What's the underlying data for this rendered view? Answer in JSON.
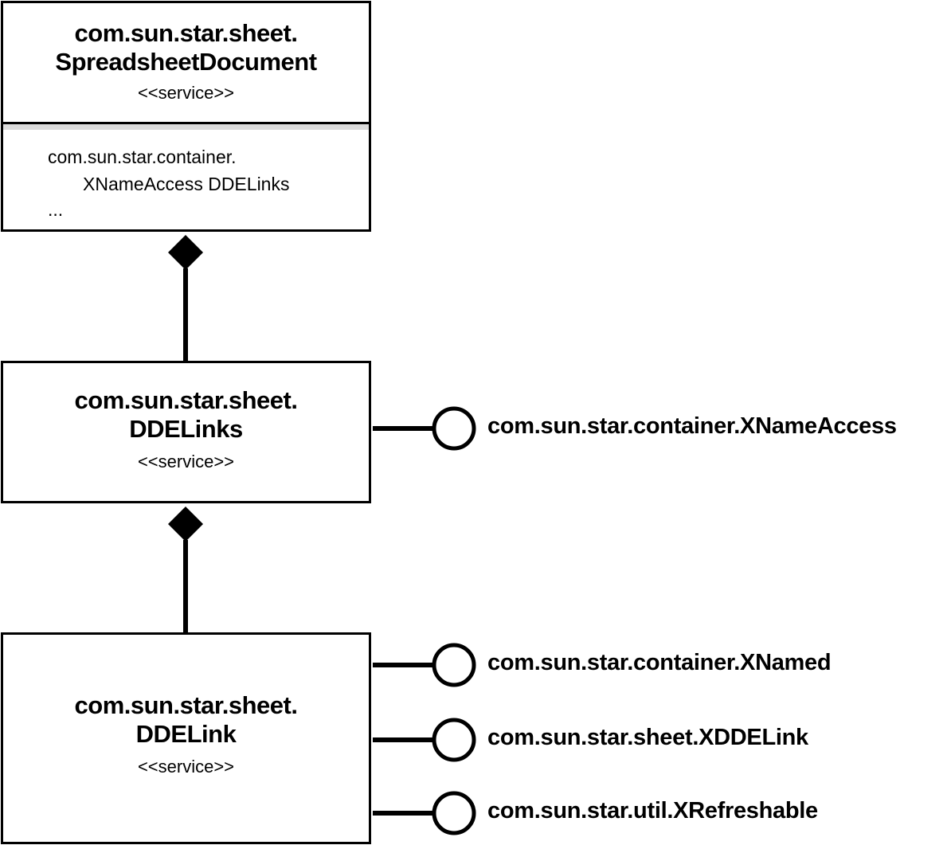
{
  "services": [
    {
      "name_line1": "com.sun.star.sheet.",
      "name_line2": "SpreadsheetDocument",
      "stereotype": "<<service>>",
      "attributes": {
        "line1": "com.sun.star.container.",
        "line2": "XNameAccess DDELinks",
        "line3": "..."
      }
    },
    {
      "name_line1": "com.sun.star.sheet.",
      "name_line2": "DDELinks",
      "stereotype": "<<service>>"
    },
    {
      "name_line1": "com.sun.star.sheet.",
      "name_line2": "DDELink",
      "stereotype": "<<service>>"
    }
  ],
  "interfaces": {
    "ddelinks": [
      "com.sun.star.container.XNameAccess"
    ],
    "ddelink": [
      "com.sun.star.container.XNamed",
      "com.sun.star.sheet.XDDELink",
      "com.sun.star.util.XRefreshable"
    ]
  },
  "connectors": [
    {
      "from": "DDELinks",
      "to": "SpreadsheetDocument",
      "type": "composition"
    },
    {
      "from": "DDELink",
      "to": "DDELinks",
      "type": "composition"
    }
  ]
}
